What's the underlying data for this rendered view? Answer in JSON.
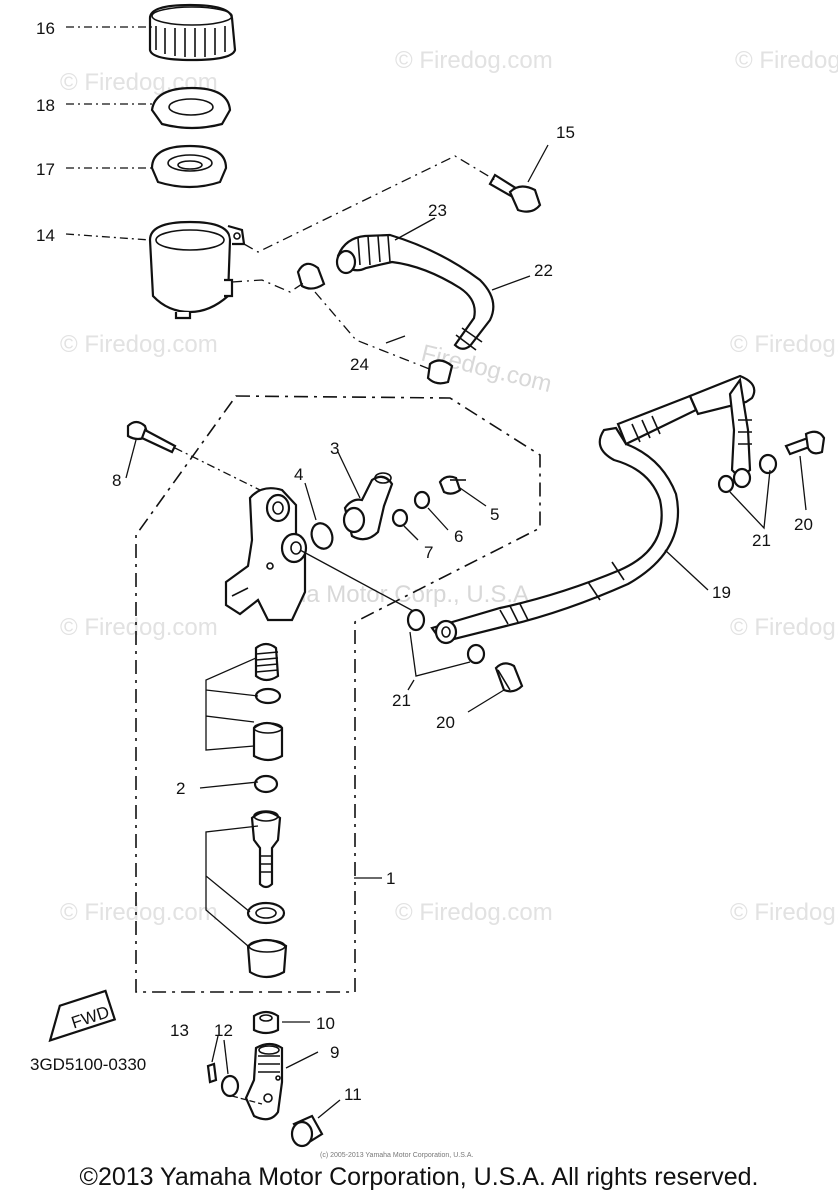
{
  "watermarks": {
    "site": "Firedog.com",
    "site_text": "© Firedog.com",
    "corp": "Yamaha Motor Corp., U.S.A."
  },
  "part_code": "3GD5100-0330",
  "fwd": "FWD",
  "fine_print": "(c) 2005-2013 Yamaha Motor Corporation, U.S.A.",
  "copyright": "©2013 Yamaha Motor Corporation, U.S.A. All rights reserved.",
  "labels": [
    "16",
    "18",
    "17",
    "14",
    "15",
    "23",
    "22",
    "24",
    "8",
    "3",
    "4",
    "5",
    "6",
    "7",
    "19",
    "21",
    "20",
    "20",
    "21",
    "2",
    "1",
    "10",
    "9",
    "13",
    "12",
    "11"
  ]
}
